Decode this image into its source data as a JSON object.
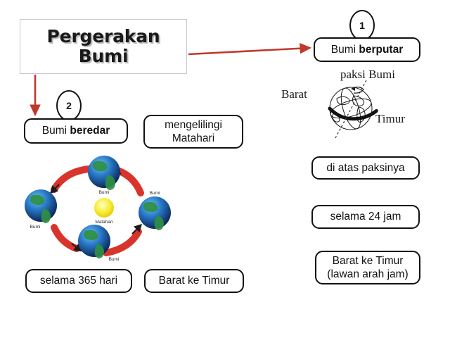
{
  "title": {
    "line1": "Pergerakan",
    "line2": "Bumi"
  },
  "steps": {
    "one": "1",
    "two": "2"
  },
  "rotation_branch": {
    "heading_plain": "Bumi ",
    "heading_bold": "berputar",
    "detail_axis": "di atas paksinya",
    "detail_duration": "selama 24 jam",
    "detail_direction_line1": "Barat ke Timur",
    "detail_direction_line2": "(lawan arah jam)"
  },
  "revolution_branch": {
    "heading_plain": "Bumi ",
    "heading_bold": "beredar",
    "detail_orbit_line1": "mengelilingi",
    "detail_orbit_line2": "Matahari",
    "detail_duration": "selama 365 hari",
    "detail_direction": "Barat ke Timur"
  },
  "axis_diagram": {
    "axis_label": "paksi Bumi",
    "west_label": "Barat",
    "east_label": "Timur"
  },
  "orbit_diagram": {
    "sun_label": "Matahari",
    "earth_label_top": "Bumi",
    "earth_label_right": "Bumi",
    "earth_label_bottom": "Bumi",
    "earth_label_left": "Bumi"
  },
  "colors": {
    "arrow_red": "#c0392b",
    "orbit_arrow_red": "#d9342b",
    "box_border": "#111111",
    "title_border": "#c9c9c9",
    "sun_yellow": "#f2e21a"
  }
}
